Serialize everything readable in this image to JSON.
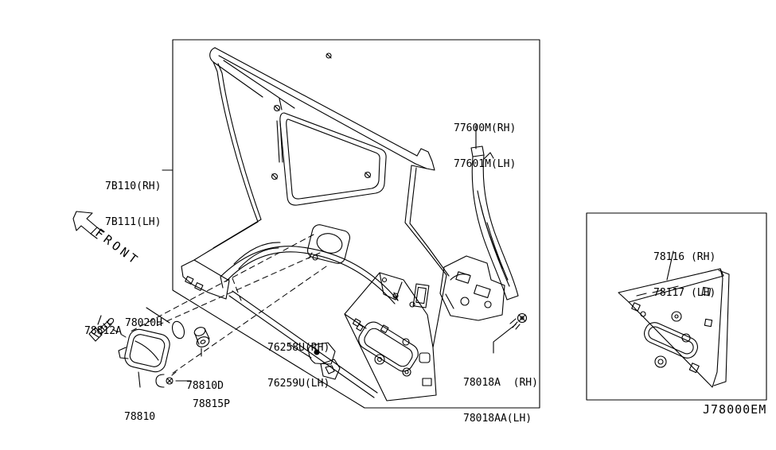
{
  "diagram": {
    "code": "J78000EM",
    "front_marker": "FRONT",
    "background_color": "#ffffff",
    "line_color": "#000000"
  },
  "labels": {
    "rear_fender": {
      "line1": "7B110(RH)",
      "line2": "7B111(LH)"
    },
    "retainer": {
      "line1": "77600M(RH)",
      "line2": "77601M(LH)"
    },
    "corner_inner": {
      "line1": "78116 (RH)",
      "line2": "78117 (LH)"
    },
    "grommet": {
      "line1": "78020H"
    },
    "lid_screw": {
      "line1": "78812A"
    },
    "lid_bumper": {
      "line1": "78810D"
    },
    "filler_lid": {
      "line1": "78810"
    },
    "lid_clip": {
      "line1": "78815P"
    },
    "protector": {
      "line1": "76258U(RH)",
      "line2": "76259U(LH)"
    },
    "bracket_screw": {
      "line1": "78018A  (RH)",
      "line2": "78018AA(LH)"
    }
  }
}
